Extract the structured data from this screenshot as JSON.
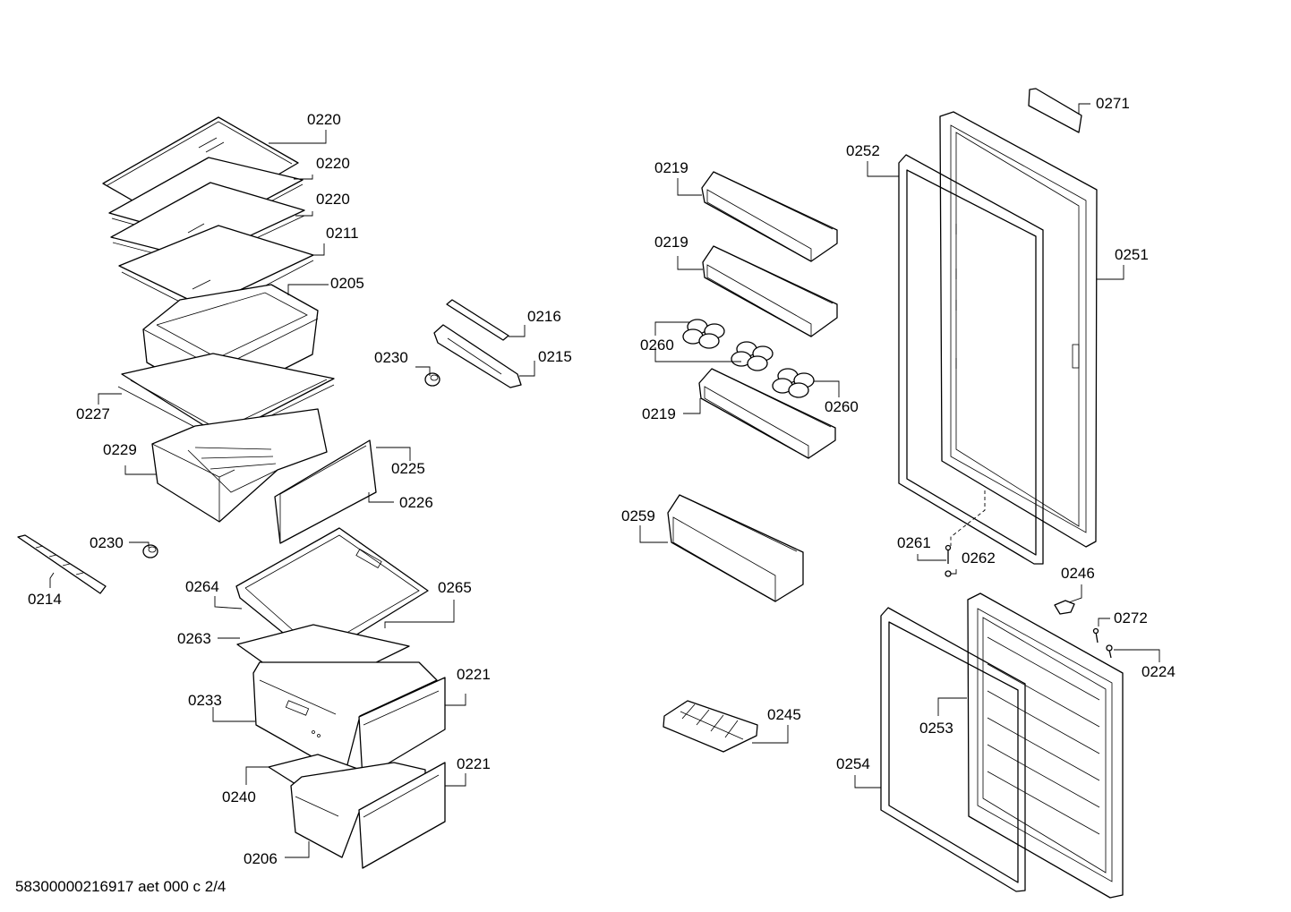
{
  "diagram": {
    "footer_code": "58300000216917 aet 000 c 2/4",
    "labels": {
      "p0220a": "0220",
      "p0220b": "0220",
      "p0220c": "0220",
      "p0211": "0211",
      "p0205": "0205",
      "p0227": "0227",
      "p0229": "0229",
      "p0225": "0225",
      "p0226": "0226",
      "p0230a": "0230",
      "p0230b": "0230",
      "p0214": "0214",
      "p0216": "0216",
      "p0215": "0215",
      "p0264": "0264",
      "p0265": "0265",
      "p0263": "0263",
      "p0233": "0233",
      "p0221a": "0221",
      "p0221b": "0221",
      "p0240": "0240",
      "p0206": "0206",
      "p0219a": "0219",
      "p0219b": "0219",
      "p0219c": "0219",
      "p0260a": "0260",
      "p0260b": "0260",
      "p0259": "0259",
      "p0245": "0245",
      "p0252": "0252",
      "p0271": "0271",
      "p0251": "0251",
      "p0261": "0261",
      "p0262": "0262",
      "p0246": "0246",
      "p0272": "0272",
      "p0224": "0224",
      "p0253": "0253",
      "p0254": "0254"
    }
  }
}
